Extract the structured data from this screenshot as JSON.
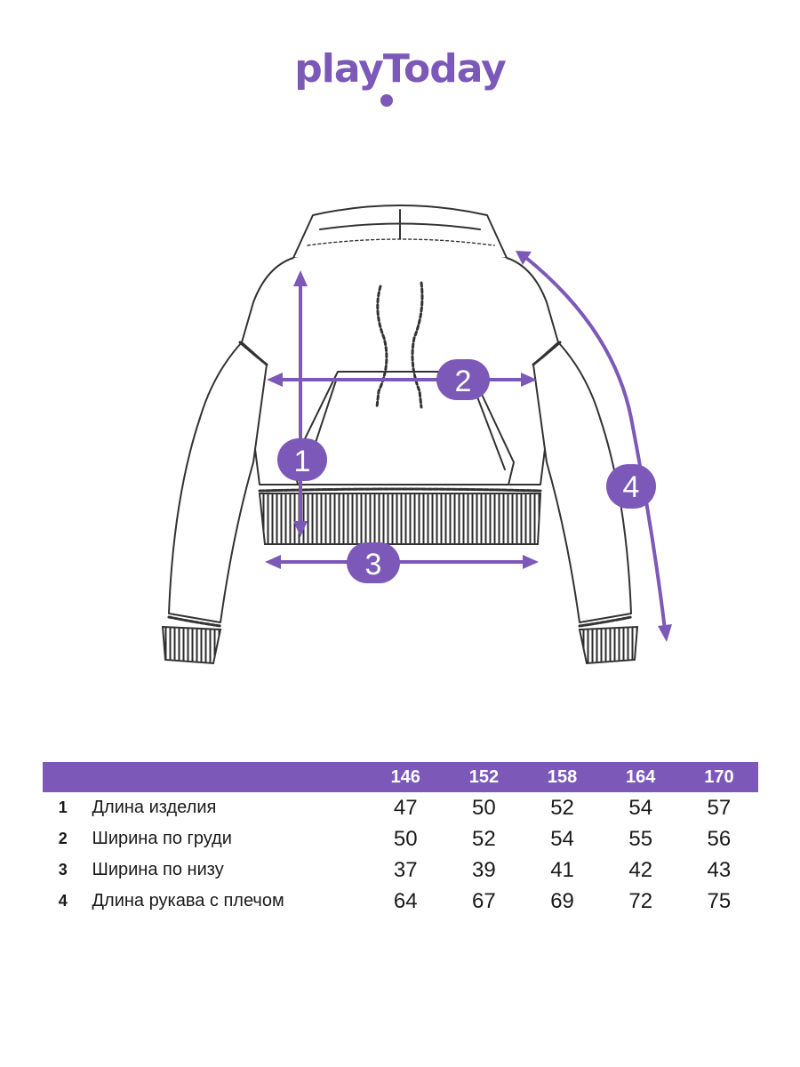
{
  "brand": {
    "logo_text": "playToday",
    "color": "#7c59b8"
  },
  "diagram": {
    "garment": "hoodie-outline",
    "measure_labels": [
      "1",
      "2",
      "3",
      "4"
    ],
    "arrow_color": "#7c59b8",
    "line_color": "#333333"
  },
  "table": {
    "header_bg": "#7c59b8",
    "sizes": [
      "146",
      "152",
      "158",
      "164",
      "170"
    ],
    "rows": [
      {
        "num": "1",
        "name": "Длина изделия",
        "values": [
          "47",
          "50",
          "52",
          "54",
          "57"
        ]
      },
      {
        "num": "2",
        "name": "Ширина по груди",
        "values": [
          "50",
          "52",
          "54",
          "55",
          "56"
        ]
      },
      {
        "num": "3",
        "name": "Ширина по низу",
        "values": [
          "37",
          "39",
          "41",
          "42",
          "43"
        ]
      },
      {
        "num": "4",
        "name": "Длина рукава с плечом",
        "values": [
          "64",
          "67",
          "69",
          "72",
          "75"
        ]
      }
    ]
  }
}
